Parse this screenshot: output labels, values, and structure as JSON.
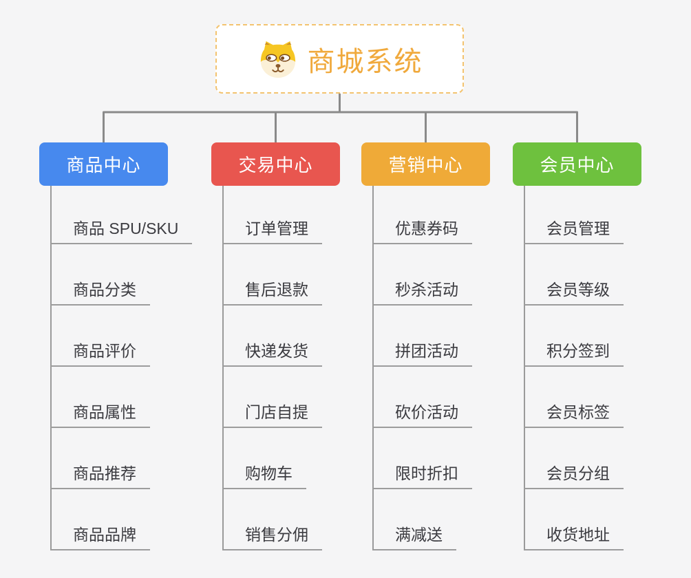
{
  "page": {
    "background_color": "#f5f5f6",
    "connector_color": "#8a8a8a",
    "line_color": "#9a9a9a"
  },
  "root": {
    "title": "商城系统",
    "icon": "dog-face-icon",
    "text_color": "#f0a93c",
    "border_color": "#f3c36f"
  },
  "branches": [
    {
      "label": "商品中心",
      "color": "#4789ee",
      "items": [
        "商品 SPU/SKU",
        "商品分类",
        "商品评价",
        "商品属性",
        "商品推荐",
        "商品品牌"
      ]
    },
    {
      "label": "交易中心",
      "color": "#e8564f",
      "items": [
        "订单管理",
        "售后退款",
        "快递发货",
        "门店自提",
        "购物车",
        "销售分佣"
      ]
    },
    {
      "label": "营销中心",
      "color": "#efaa38",
      "items": [
        "优惠券码",
        "秒杀活动",
        "拼团活动",
        "砍价活动",
        "限时折扣",
        "满减送"
      ]
    },
    {
      "label": "会员中心",
      "color": "#6ec13e",
      "items": [
        "会员管理",
        "会员等级",
        "积分签到",
        "会员标签",
        "会员分组",
        "收货地址"
      ]
    }
  ]
}
